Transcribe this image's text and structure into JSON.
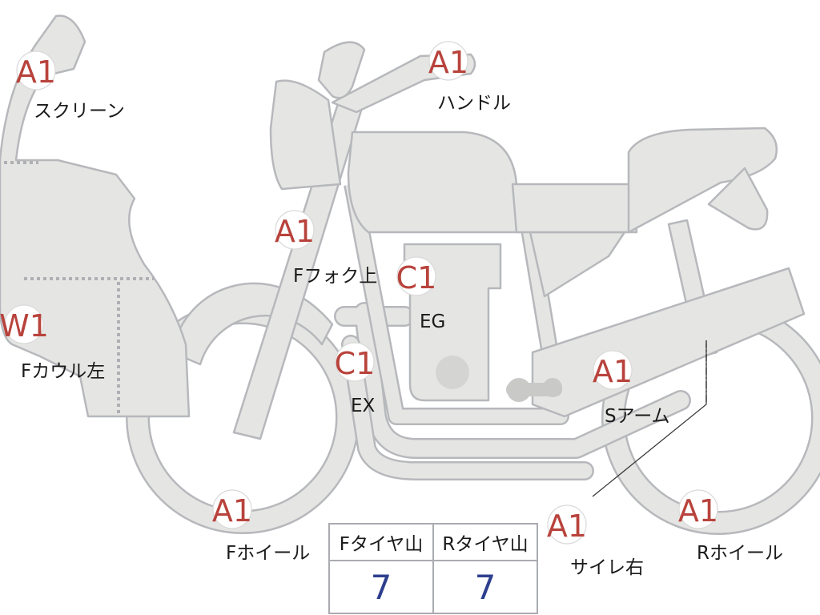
{
  "colors": {
    "part_fill": "#e5e6e3",
    "part_outline": "#b6b8bc",
    "badge_code": "#b8433c",
    "tread_value": "#2e3f8e"
  },
  "inspection_points": [
    {
      "code": "A1",
      "label": "スクリーン"
    },
    {
      "code": "A1",
      "label": "ハンドル"
    },
    {
      "code": "A1",
      "label": "Fフォク上"
    },
    {
      "code": "C1",
      "label": "EG"
    },
    {
      "code": "W1",
      "label": "Fカウル左"
    },
    {
      "code": "C1",
      "label": "EX"
    },
    {
      "code": "A1",
      "label": "Sアーム"
    },
    {
      "code": "A1",
      "label": "Fホイール"
    },
    {
      "code": "A1",
      "label": "サイレ右"
    },
    {
      "code": "A1",
      "label": "Rホイール"
    }
  ],
  "tire_tread": {
    "headers": [
      "Fタイヤ山",
      "Rタイヤ山"
    ],
    "values": [
      "7",
      "7"
    ]
  }
}
